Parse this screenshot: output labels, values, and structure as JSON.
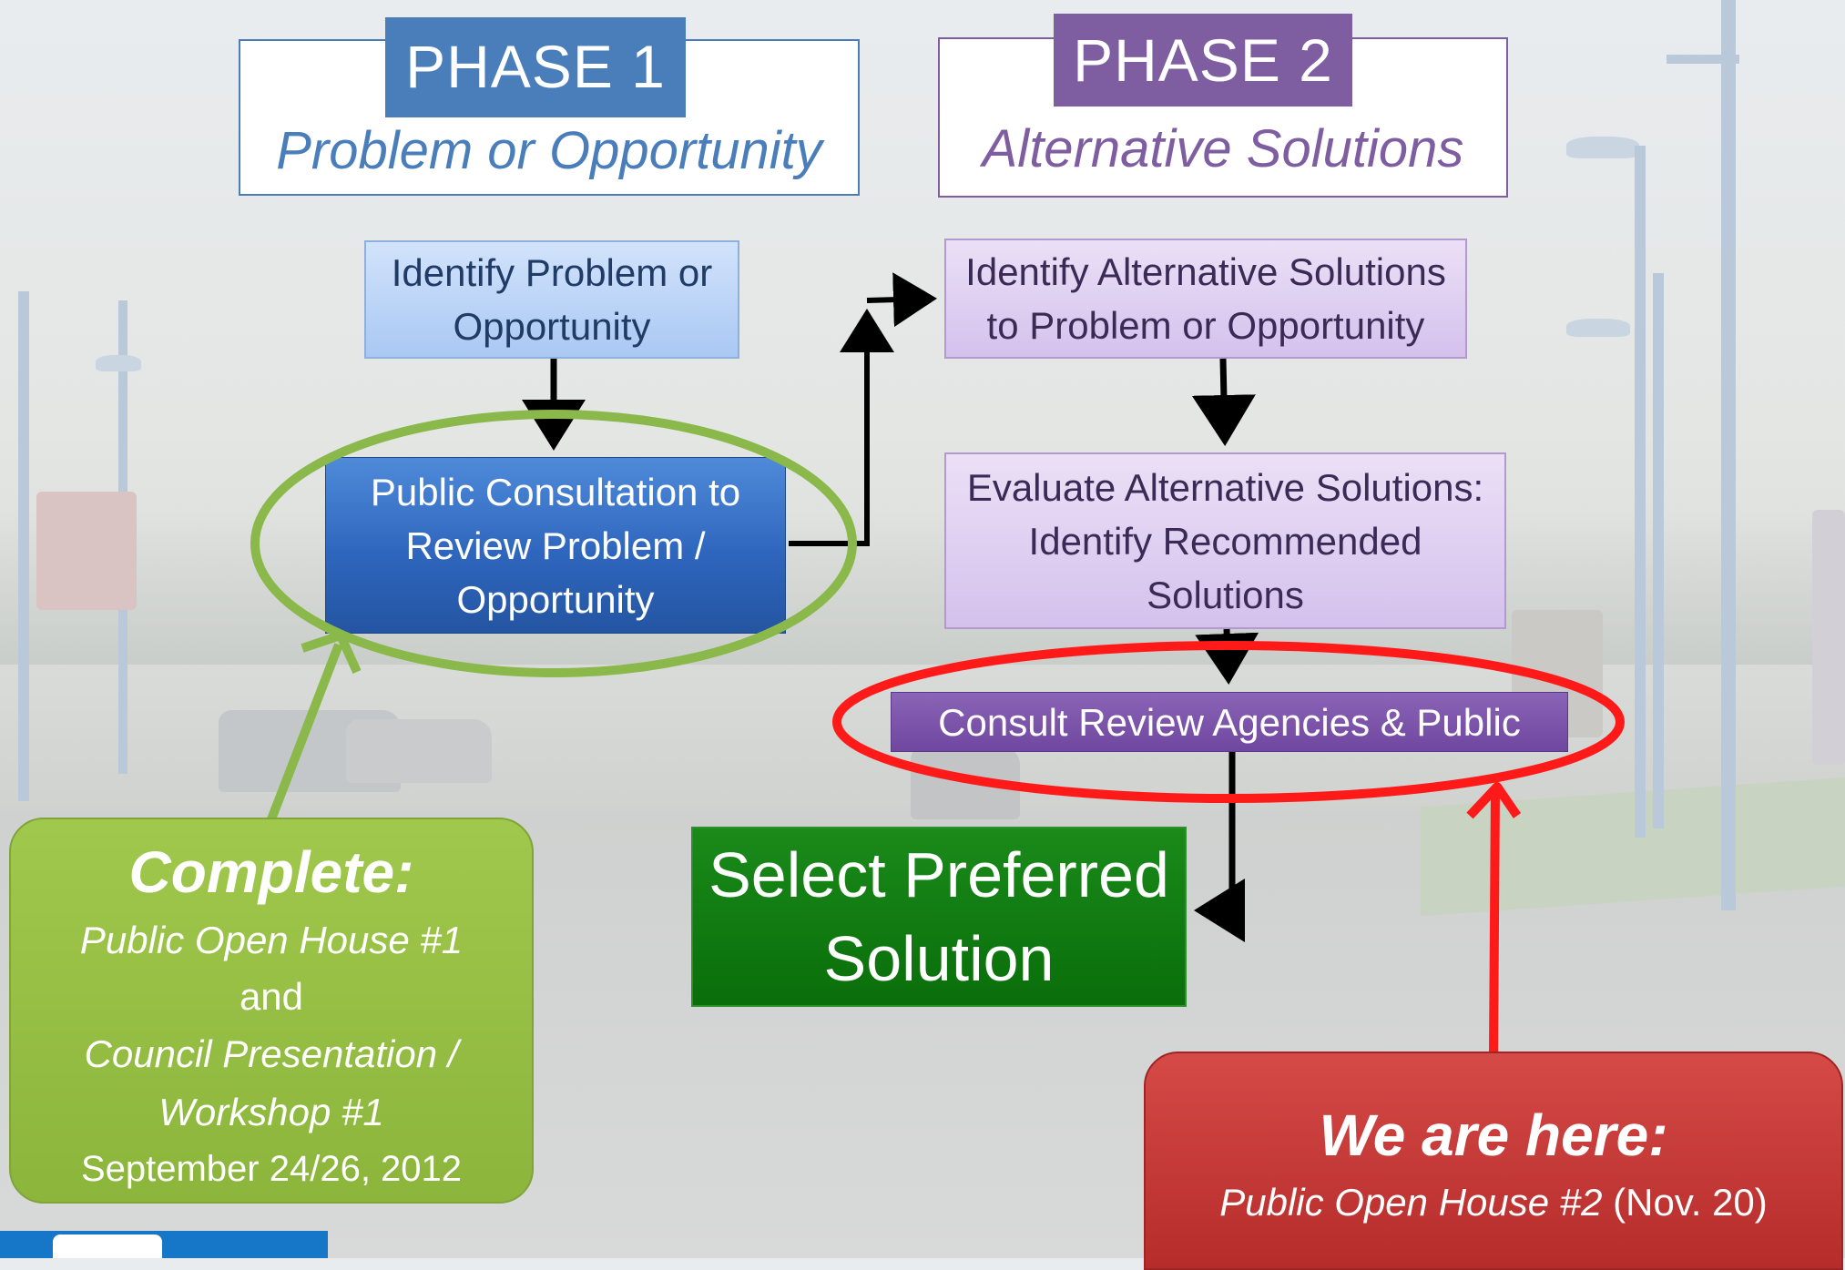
{
  "phase1": {
    "tab": "PHASE 1",
    "subtitle": "Problem or Opportunity",
    "tab_color": "#4a7ebb",
    "text_color": "#4a7ebb"
  },
  "phase2": {
    "tab": "PHASE 2",
    "subtitle": "Alternative Solutions",
    "tab_color": "#7e5ea1",
    "text_color": "#7e5ea1"
  },
  "steps": {
    "identify_problem": "Identify Problem or Opportunity",
    "public_consultation": "Public Consultation to Review Problem / Opportunity",
    "identify_alternatives": "Identify Alternative Solutions to Problem or Opportunity",
    "evaluate_alternatives": "Evaluate Alternative Solutions: Identify Recommended Solutions",
    "consult_agencies": "Consult Review Agencies & Public",
    "select_preferred": "Select Preferred Solution"
  },
  "callouts": {
    "complete": {
      "heading": "Complete:",
      "line1": "Public Open House #1",
      "line2": "and",
      "line3": "Council Presentation / Workshop #1",
      "date": "September 24/26, 2012"
    },
    "current": {
      "heading": "We are here:",
      "event": "Public Open House #2",
      "date": "(Nov. 20)"
    }
  },
  "colors": {
    "highlight_green": "#8ab84a",
    "highlight_red": "#ff1a1a",
    "arrow": "#000000"
  }
}
